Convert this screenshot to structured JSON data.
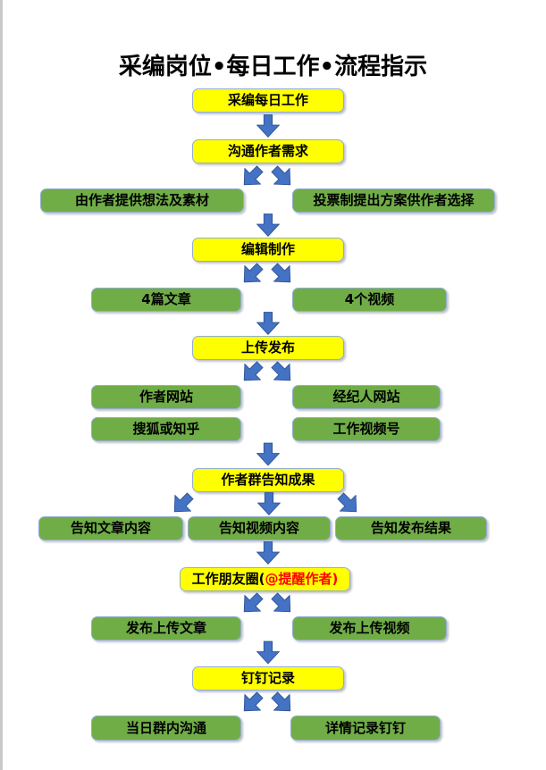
{
  "title": "采编岗位•每日工作•流程指示",
  "colors": {
    "yellow_fill": "#FFFF00",
    "green_fill": "#70AD47",
    "arrow_fill": "#4472C4",
    "arrow_edge": "#2F5597",
    "box_border": "#93AECE",
    "red_text": "#FF0000",
    "page_edge": "#C9C9C9"
  },
  "nodes": {
    "daily_work": "采编每日工作",
    "communicate_needs": "沟通作者需求",
    "author_ideas": "由作者提供想法及素材",
    "voting_proposals": "投票制提出方案供作者选择",
    "edit_produce": "编辑制作",
    "four_articles": "4篇文章",
    "four_videos": "4个视频",
    "upload_publish": "上传发布",
    "author_website": "作者网站",
    "agent_website": "经纪人网站",
    "sohu_zhihu": "搜狐或知乎",
    "work_video_channel": "工作视频号",
    "author_group_notify": "作者群告知成果",
    "notify_article_content": "告知文章内容",
    "notify_video_content": "告知视频内容",
    "notify_publish_result": "告知发布结果",
    "work_moments_prefix": "工作朋友圈(",
    "work_moments_highlight": "@提醒作者)",
    "publish_article": "发布上传文章",
    "publish_video": "发布上传视频",
    "dingtalk_record": "钉钉记录",
    "daily_group_chat": "当日群内沟通",
    "detail_record_dingtalk": "详情记录钉钉"
  }
}
